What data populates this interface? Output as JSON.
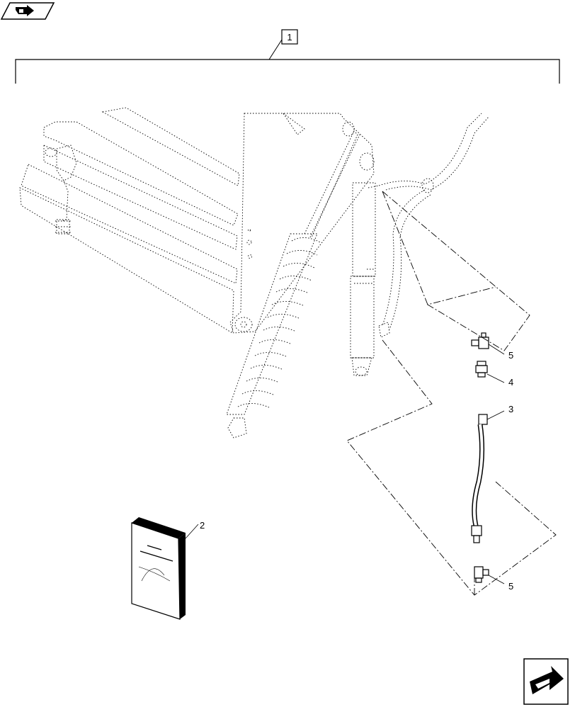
{
  "diagram": {
    "assembly_callout": "1",
    "callouts": [
      {
        "id": "manual",
        "label": "2"
      },
      {
        "id": "hose",
        "label": "3"
      },
      {
        "id": "adapter",
        "label": "4"
      },
      {
        "id": "tee-upper",
        "label": "5"
      },
      {
        "id": "tee-lower",
        "label": "5"
      }
    ]
  },
  "icons": {
    "top_left": "previous-page-icon",
    "bottom_right": "next-page-icon"
  }
}
